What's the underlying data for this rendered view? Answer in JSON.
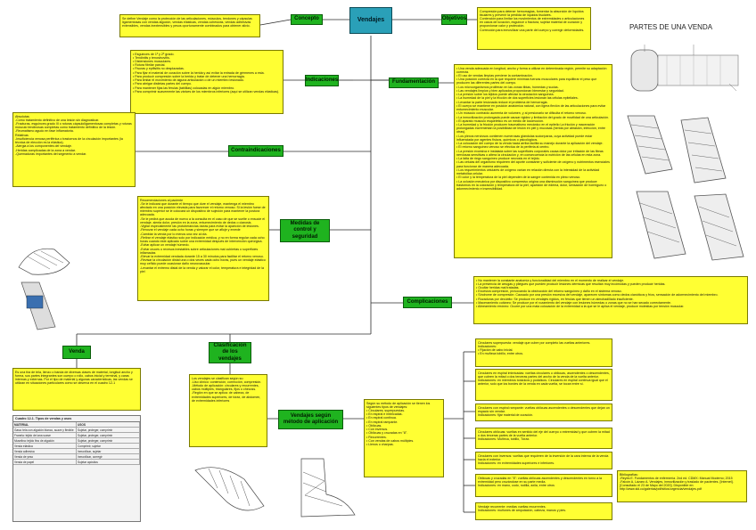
{
  "nodes": {
    "root": "Vendajes",
    "concepto": "Concepto",
    "objetivos": "Objetivos",
    "indicaciones": "Indicaciones",
    "fundamentacion": "Fundamentación",
    "contraindicaciones": "Contraindicaciones",
    "medidas": "Medidas de control y seguridad",
    "complicaciones": "Complicaciones",
    "venda": "Venda",
    "clasificacion": "Clasificacion de los vendajes",
    "segun_metodo": "Vendajes según método de aplicación"
  },
  "texts": {
    "concepto": "Se define Vendaje como la protección de las articulaciones, músculos, tendones y cápsulas ligamentosas con vendas algodón, vendas elásticas, vendas cohesivas, vendas adhesivas extensibles, vendas inextensibles y yesos oportunamente combinados para obtener alivio.",
    "objetivos": "Compresión:para detener hemorragias, fomentar la absorción de líquidos tisulares y prevenir la pérdida de líquidos tisulares.\nContención:para limitar los movimientos de extremidades o articulaciones en casos de luxación, esguince o fractura, sujetar material de curación y proporcionar calor y protección.\nCorrección:para inmovilizar una parte del cuerpo y corregir deformidades.",
    "indicaciones": "• Esguinces de 1º y 2º grado.\n• Tendinitis y tenosinovitis.\n• Distensiones musculares.\n• Rotura fibrilar parcial.\n• Fisuras y epifisitis no desplazadas.\n• Para fijar el material de curación sobre la herida y así evitar la entrada de gérmenes a esta.\n• Para producir compresión sobre la herida y tratar de detener una hemorragia.\n• Para limitar el movimiento de alguna articulación o de un miembro lesionado.\n• Para abrigar distintas partes del cuerpo.\n• Para mantener fijas las férulas (tablillas) colocadas en algún miembro.\n• Para comprimir suavemente las várices de los miembros inferiores (aquí se utilizan vendas elásticas).",
    "fundamentacion": "• Una venda adecuada en longitud, ancho y forma a utilizar en determinada región, permite su adaptación correcta.\n• El uso de vendas limpias previene la contaminación.\n• Una posición correcta en la que requiere mínimas fuerzas musculares para equilibrar el peso que producen las diferentes partes del cuerpo.\n• Los microorganismos proliferan en las zonas tibias, húmedas y sucias.\n• Las vendajes limpios y bien aplicados proporcionan bienestar y seguridad.\n• La presión sobre los tejidos puede afectar la circulación sanguínea.\n• La humedad de la piel y la fricción de dos superficies lesionan las células epiteliales.\n• Levantar la parte lesionada reduce el problema de hemorragia.\n• El cuerpo se mantiene en posición anatómica natural, con ligera flexión de las articulaciones para evitar entumecimiento muscular.\n• Un músculo contraído aumenta de volumen, y al presionarlo se dificulta el retorno venoso.\n• La inmovilización prolongada puede causar rigidez y limitación del grado de movilidad de una articulación.\n• El aparato musculo esquelético es un medio de locomoción.\n• La humedad y la fricción producen traumatismo mecánico en el epitelio La fricción y maceración prolongadas incrementan la posibilidad de lesión en piel y mucosas (herida por abrasión, infección, entre otras).\n• Los plexos nerviosos contienen numerosas glándulas sudoríparas, cuya actividad puede estar influenciada por agentes físicos, químicos o psicológicos.\n• La colocación del cuerpo de la venda hacia arriba facilita su manejo durante la aplicación del vendaje.\n• El retorno sanguíneo venoso se efectúa de la periferia al centro.\n• La presión excesiva e instalada sobre las superficies corporales causa dolor por irritación de las fibras nerviosas sensitivas o altera la circulación y, en consecuencia la nutrición de las células en esta zona.\n• La falta de riego sanguíneo produce necrosis en el tejido.\n• Las células del organismo requieren del aporte constante y suficiente de oxígeno y nutrimentos esenciales para funcionar de manera adecuada.\n• Los requerimientos celulares de oxígeno varían en relación directa con la intensidad de la actividad metabólica celular.\n• El color y la temperatura de la piel dependen de la sangre contenida en plexo venoso.\n• La oclusión mecánica por dispositivo compresivo origina una disminución sanguínea que produce trastornos en la coloración y temperatura de la piel; aparición de edema, dolor, sensación de hormigueo o adormecimiento e insensibilidad.",
    "contraindicaciones": "Absolutas\n-Como tratamiento definitivo de una lesión sin diagnosticar.\n-Fracturas, esguinces grado III o roturas cápsuloligamentosas completas y roturas músculo tendinosas completas como tratamiento definitivo de la lesión.\n-Reumatismo agudo en fase inflamatoria.\nRelativas\n-Insuficiencia venosa periférica o trastornos de la circulación importantes (la técnica de elección es la elástica).\n-Alergia a los componentes del vendaje.\n-Heridas complicadas de la zona a vendar.\n-Quemaduras importantes del segmento a vendar.",
    "medidas": "Recomendaciones al paciente\n-Se le indicará que durante el tiempo que dure el vendaje, mantenga el miembro afectado en una posición elevada para favorecer el retorno venoso. Si la lesión fuese de miembro superior se le colocará un dispositivo de sujeción para mantener la postura adecuada.\n-Se le pedirá que acuda de nuevo a la consulta en el caso de que se suelte o ensucie el vendaje, sienta dolor, presión en la zona, entumecimiento de dedos o cianosis.\n-Vigilar especialmente las protuberancias óseas para evitar la aparición de lesiones.\n-Renovar el vendaje cada ocho horas y siempre que se afloje y enrede\n-Cambiar la venda por lo menos una vez al día.\n-Retirar el vendaje elástico solo por indicación médica, y no en forma regular cada ocho horas cuando este aplicado sobre una extremidad después de intervención quirúrgica.\n-Evitar aplicar un vendaje húmedo.\n-Evitar cruces o revesos inestables sobre articulaciones mal cubiertas o superficies inflamadas\n-Elevar la extremidad vendada durante 15 a 30 minutos para facilitar el retorno venoso.\n-Revisar la circulación distal una o dos veces cada ocho horas, pues un vendaje elástico muy ceñido puede ocasionar daño neurovascular.\n-Levantar el extremo distal de la venda y valorar el color, temperatura e integridad de la piel",
    "complicaciones": "• No mantener la constante anatomía y funcionalidad del miembro en el momento de realizar el vendaje.\n• La presencia de arrugas y pliegues que pueden producir lesiones dérmicas que resultan muy incómodas y pueden producir heridas.\n• Ocultar heridas mal tratadas.\n• Excesiva compresión, provocando la obstrucción del retorno sanguíneo y daño en el sistema venoso.\n• Síndrome de compresión: Causado por una presión excesiva del vendaje, aparecen síntomas como dedos cianóticos y fríos, sensación de adormecimiento del miembro.\n• Rozaduras por decúbito: Se produce en vendajes rígidos, en férulas que tienen un almohadillado insuficiente.\n• Maceramiento cutáneo: Se produce por el rozamiento del vendaje con lesiones húmedas o zonas que no se han secado correctamente.\n• Alineamiento erróneo: Ocurre por una mala colocación de la extremidad a la que se le aplica el vendaje, produce molestias por tensión muscular.",
    "venda": "Es una tira de tela, lienzo o banda de diversas clases de material, longitud ancho y forma, sus partes integrantes son cuerpo o rollo, cabos inicial y terminal, y caras internas y externas. Por el tipo de material y algunas características, las vendas se utilizan en situaciones particulares como se observa en el cuadro 12-1",
    "clasificacion": "Los vendajes se clasifican según su:\n-Uso clínico: contención, corrección, compresión.\n-Método de aplicación: circulares y recurrentes, cabos múltiples, triangulares, fijos o checoss.\n-Región en que se aplica: de cabeza, de extremidades superiores, de tórax, de abdomen, de extremidades inferiores",
    "segun_metodo": "Según su método de aplicación se tienen los siguientes tipos de vendajes:\n• Circulares; superpuestas.\n• En espiral e imbricadas.\n• En espiral continua.\n• En espiral rampante.\n• Oblicuas.\n• Con inversos.\n• Oblicuas y cruzadas en \"8\".\n• Recurrentes.\n• Con vendas de cabos múltiples.\n• Llenos o charpas.",
    "circ_super": "Circulares superpuesta: vendaje que cubre por completo las vueltas anteriores.\nIndicaciones:\n• Fijación de cabo inicial.\n• En muñeca tobillo, entre otros.",
    "espiral_imbricadas": "Circulares en espiral imbricadas: vueltas circulares u oblicuas, ascendentes o descendentes, que cubren la mitad o dos terceras partes del ancho de la venda de la vuelta anterior.\nIndicaciones: en miembros torácicos y podálicos. Circulares en espiral continua igual que el anterior, solo que los bordes de la venda en cada vuelta, se tocan entre sí.",
    "espiral_rampante": "Circulares con espiral rampante: vueltas oblicuas ascendentes o descendentes que dejan un espacio sin vendar.\nIndicaciones: fijar material de curación.",
    "oblicuas": "Circulares oblicuas: vueltas en sentido del eje del cuerpo o extremidad y que cubren la mitad o dos terceras partes de la vuelta anterior.\nIndicaciones: Muñeca, tobillo, Tórax.",
    "inversos": "Circulares con inversos: vueltas que requieren de la inversión de la cara interna de la venda hacia el exterior.\nIndicaciones: en extremidades superiores e inferiores.",
    "cruzadas8": "Oblicuas y cruzadas en \"8\": vueltas oblicuas ascendentes y descendentes en torno a la extremidad pero cruzándose en su parte media.\nIndicaciones: en mano, codo, rodilla, axila, entre otros",
    "recurrentes": "Vendaje recurrente: medias vueltas recurrentes.\nIndicaciones: muñones de amputación, cabeza, manos y pies.",
    "bibliografia": "Bibliografías:\n-Reyes E. Fundamentos de enfermería. 2nd ed. CDMX: Manual Moderno; 2015\n-Falcón A, Lázaro A. Vendajes, inmovilización y traslado de pacientes. [Internet]. [Consultado el 23 de Mayo del 2020]. Disponible en: http://www.sld.cu/galerias/pdf/sitios/urgencia/vendajes.pdf"
  },
  "table": {
    "title": "Cuadro 12-1. Tipos de vendas y usos",
    "headers": [
      "MATERIAL",
      "USOS"
    ],
    "rows": [
      [
        "Gasa: tela con algodón blanco, suave y flexible",
        "Sujetar, proteger, comprimir"
      ],
      [
        "Franela: tejido de lana suave",
        "Sujetar, proteger, comprimir"
      ],
      [
        "Muselina: tejido fino de algodón",
        "Sujetar, proteger, comprimir"
      ],
      [
        "Venda elástica",
        "Comprimir, sujetar"
      ],
      [
        "Venda adhesiva",
        "Inmovilizar, sujetar"
      ],
      [
        "Venda de yeso",
        "Inmovilizar, corregir"
      ],
      [
        "Venda de papel",
        "Sujetar apósitos"
      ]
    ]
  },
  "image_title": "PARTES DE UNA VENDA",
  "colors": {
    "green": "#1fb31f",
    "teal": "#2aa0b8",
    "yellow": "#ffff33",
    "line": "#2c2c2c"
  }
}
